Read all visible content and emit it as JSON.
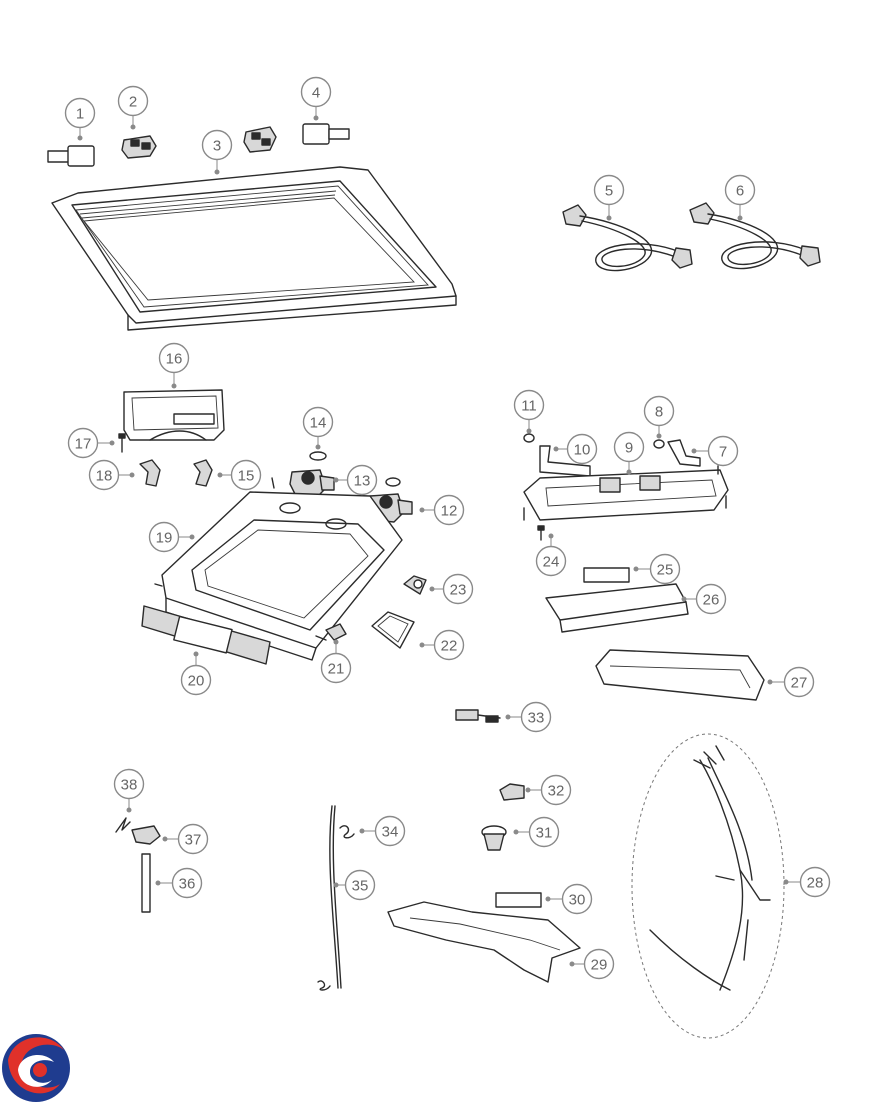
{
  "labels": [
    {
      "n": "1"
    },
    {
      "n": "2"
    },
    {
      "n": "3"
    },
    {
      "n": "4"
    },
    {
      "n": "5"
    },
    {
      "n": "6"
    },
    {
      "n": "7"
    },
    {
      "n": "8"
    },
    {
      "n": "9"
    },
    {
      "n": "10"
    },
    {
      "n": "11"
    },
    {
      "n": "12"
    },
    {
      "n": "13"
    },
    {
      "n": "14"
    },
    {
      "n": "15"
    },
    {
      "n": "16"
    },
    {
      "n": "17"
    },
    {
      "n": "18"
    },
    {
      "n": "19"
    },
    {
      "n": "20"
    },
    {
      "n": "21"
    },
    {
      "n": "22"
    },
    {
      "n": "23"
    },
    {
      "n": "24"
    },
    {
      "n": "25"
    },
    {
      "n": "26"
    },
    {
      "n": "27"
    },
    {
      "n": "28"
    },
    {
      "n": "29"
    },
    {
      "n": "30"
    },
    {
      "n": "31"
    },
    {
      "n": "32"
    },
    {
      "n": "33"
    },
    {
      "n": "34"
    },
    {
      "n": "35"
    },
    {
      "n": "36"
    },
    {
      "n": "37"
    },
    {
      "n": "38"
    }
  ],
  "colors": {
    "callout_stroke": "#8a8a8a",
    "callout_text": "#666666",
    "part_stroke": "#2b2b2b",
    "logo_red": "#e0312a",
    "logo_blue": "#1f3c8f"
  },
  "logo": {
    "icon": "brand-swirl-logo"
  }
}
